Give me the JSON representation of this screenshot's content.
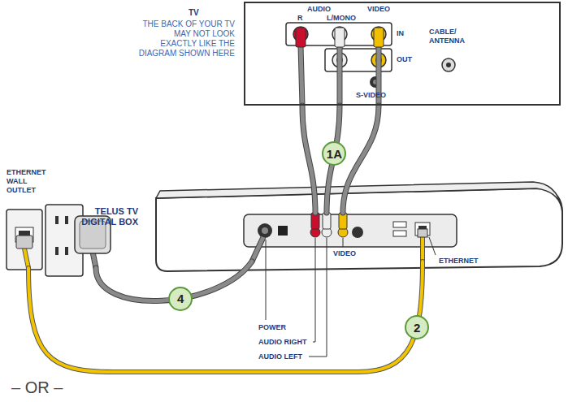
{
  "diagram": {
    "nodes": [
      {
        "text": [
          "TV",
          "THE BACK OF YOUR TV MAY NOT LOOK EXACTLY LIKE THE DIAGRAM SHOWN HERE"
        ]
      },
      {
        "text": [
          "TELUS TV DIGITAL BOX"
        ]
      },
      {
        "text": [
          "ETHERNET WALL OUTLET"
        ]
      }
    ],
    "edges": [
      {
        "from": 0,
        "to": 1,
        "label": "1A",
        "arrow": "none"
      },
      {
        "from": 2,
        "to": 1,
        "label": "4",
        "arrow": "none"
      },
      {
        "from": 2,
        "to": 1,
        "label": "2",
        "arrow": "none"
      }
    ],
    "labels": [
      "AUDIO",
      "R",
      "L/MONO",
      "VIDEO",
      "IN",
      "OUT",
      "S-VIDEO",
      "CABLE/ ANTENNA",
      "VIDEO",
      "ETHERNET",
      "POWER",
      "AUDIO RIGHT",
      "AUDIO LEFT",
      "– OR –"
    ]
  }
}
